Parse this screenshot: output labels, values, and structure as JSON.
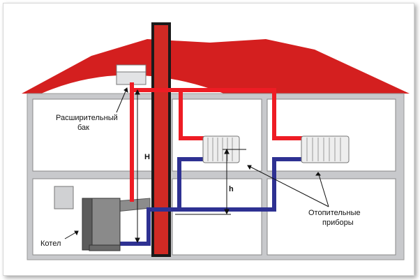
{
  "labels": {
    "expansion_tank_line1": "Расширительный",
    "expansion_tank_line2": "бак",
    "boiler": "Котел",
    "heaters_line1": "Отопительные",
    "heaters_line2": "приборы",
    "height_H": "H",
    "height_h": "h"
  },
  "colors": {
    "roof": "#d41f1f",
    "wall_fill": "#c8c9cc",
    "room_fill": "#ffffff",
    "chimney": "#d02a24",
    "chimney_outline": "#1a1a1a",
    "supply_pipe": "#ee1c24",
    "return_pipe": "#2e3192",
    "boiler_body": "#8a8a8a",
    "radiator": "#eeeeee"
  },
  "icons": {
    "expansion_tank": "tank-icon",
    "boiler": "boiler-icon",
    "radiator_left": "radiator-icon",
    "radiator_right": "radiator-icon",
    "window": "window-icon"
  }
}
